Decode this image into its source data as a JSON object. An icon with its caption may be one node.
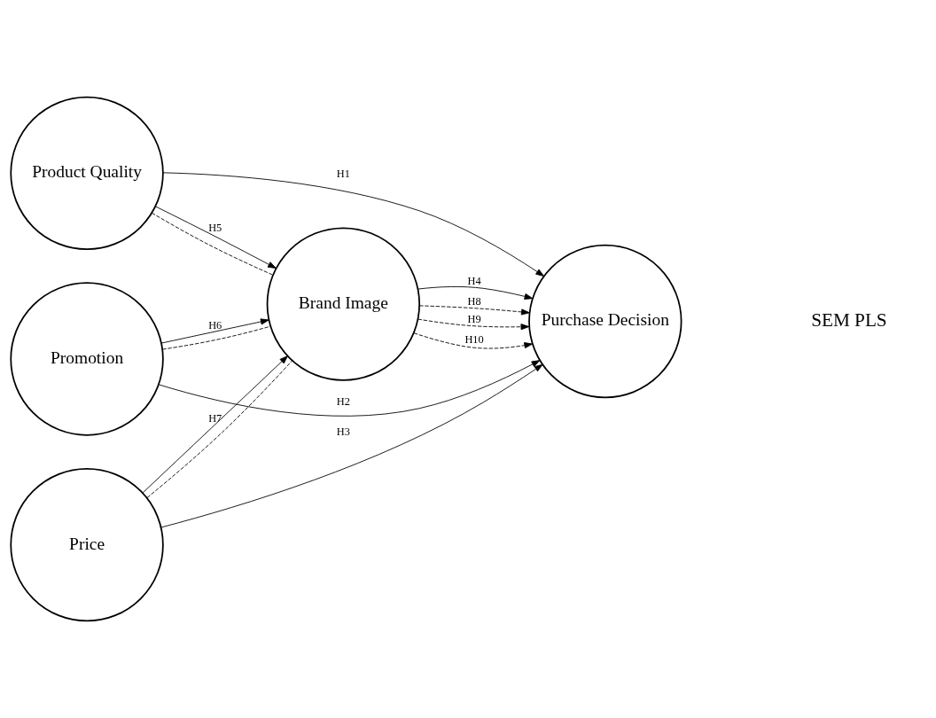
{
  "diagram": {
    "nodes": [
      {
        "text": [
          "Product Quality"
        ]
      },
      {
        "text": [
          "Promotion"
        ]
      },
      {
        "text": [
          "Brand Image"
        ]
      },
      {
        "text": [
          "Purchase Decision"
        ]
      },
      {
        "text": [
          "Price"
        ]
      }
    ],
    "edges": [
      {
        "from": 0,
        "to": 3,
        "arrow": "to",
        "label": "H1"
      },
      {
        "from": 0,
        "to": 2,
        "arrow": "to",
        "label": "H5"
      },
      {
        "from": 0,
        "to": 2,
        "arrow": "none",
        "style": "dashed"
      },
      {
        "from": 1,
        "to": 2,
        "arrow": "none",
        "style": "dashed"
      },
      {
        "from": 1,
        "to": 2,
        "arrow": "to",
        "label": "H6"
      },
      {
        "from": 4,
        "to": 2,
        "arrow": "to",
        "label": "H7"
      },
      {
        "from": 4,
        "to": 2,
        "arrow": "none",
        "style": "dashed"
      },
      {
        "from": 2,
        "to": 3,
        "arrow": "to",
        "label": "H8",
        "style": "dashed"
      },
      {
        "from": 2,
        "to": 3,
        "arrow": "to",
        "label": "H9",
        "style": "dashed"
      },
      {
        "from": 2,
        "to": 3,
        "arrow": "to",
        "label": "H10",
        "style": "dashed"
      },
      {
        "from": 1,
        "to": 3,
        "arrow": "to",
        "label": "H2"
      },
      {
        "from": 2,
        "to": 3,
        "arrow": "to",
        "label": "H4"
      },
      {
        "from": 4,
        "to": 3,
        "arrow": "to",
        "label": "H3"
      }
    ],
    "labels": [
      "SEM PLS"
    ]
  }
}
